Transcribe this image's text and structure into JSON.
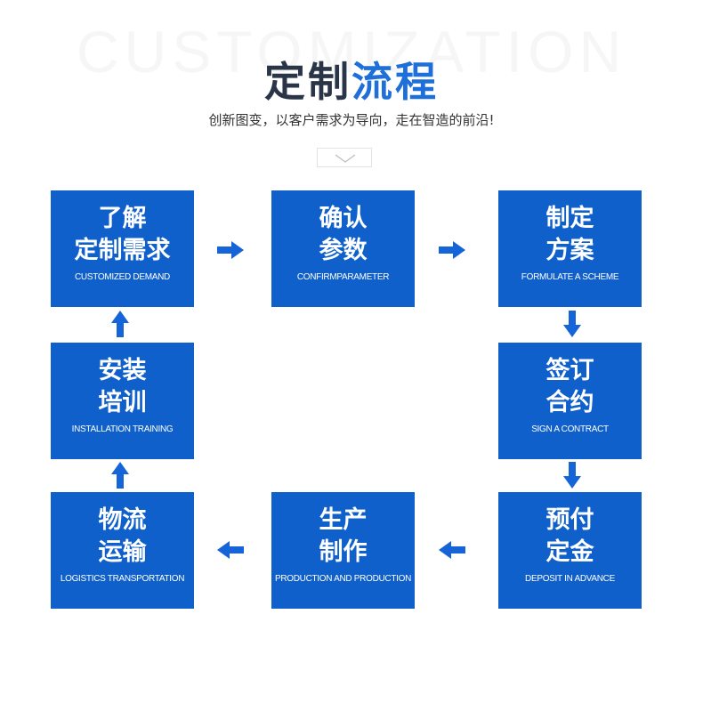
{
  "header": {
    "bg_word": "CUSTOMIZATION",
    "title_part1": "定制",
    "title_part2": "流程",
    "subtitle": "创新图变，以客户需求为导向，走在智造的前沿!"
  },
  "colors": {
    "box_blue": "#1060cc",
    "arrow_blue": "#1565d8",
    "title_dark": "#2a3547",
    "title_blue": "#1e6fd9"
  },
  "steps": [
    {
      "cn1": "了解",
      "cn2": "定制需求",
      "en": "CUSTOMIZED DEMAND"
    },
    {
      "cn1": "确认",
      "cn2": "参数",
      "en": "CONFIRMPARAMETER"
    },
    {
      "cn1": "制定",
      "cn2": "方案",
      "en": "FORMULATE A SCHEME"
    },
    {
      "cn1": "签订",
      "cn2": "合约",
      "en": "SIGN A CONTRACT"
    },
    {
      "cn1": "预付",
      "cn2": "定金",
      "en": "DEPOSIT IN ADVANCE"
    },
    {
      "cn1": "生产",
      "cn2": "制作",
      "en": "PRODUCTION AND PRODUCTION"
    },
    {
      "cn1": "物流",
      "cn2": "运输",
      "en": "LOGISTICS TRANSPORTATION"
    },
    {
      "cn1": "安装",
      "cn2": "培训",
      "en": "INSTALLATION TRAINING"
    }
  ],
  "icons": {
    "scroll": "chevron-down-icon",
    "flow": "arrow-icon"
  }
}
